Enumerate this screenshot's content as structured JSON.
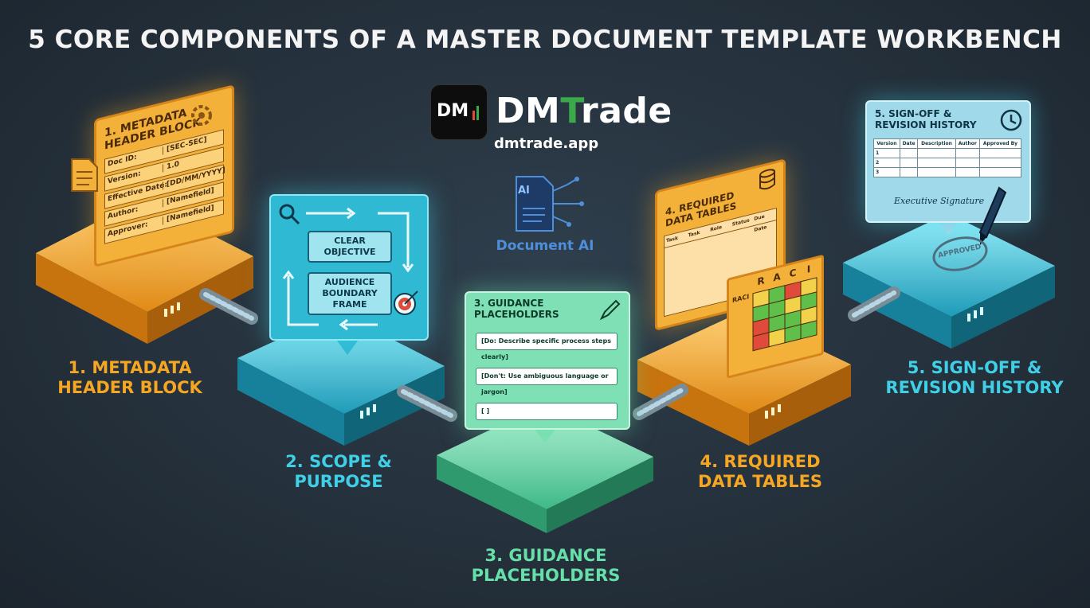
{
  "title": "5 CORE COMPONENTS OF A MASTER DOCUMENT TEMPLATE WORKBENCH",
  "brand": {
    "logo_text": "DM",
    "name_prefix": "DM",
    "name_accent": "T",
    "name_suffix": "rade",
    "url": "dmtrade.app",
    "accent_color": "#3aa84b"
  },
  "ai_badge": {
    "icon_text": "AI",
    "label": "Document AI"
  },
  "components": [
    {
      "label_line1": "1. METADATA",
      "label_line2": "HEADER BLOCK",
      "color": "#f5a623"
    },
    {
      "label_line1": "2. SCOPE &",
      "label_line2": "PURPOSE",
      "color": "#3fd0e8"
    },
    {
      "label_line1": "3. GUIDANCE",
      "label_line2": "PLACEHOLDERS",
      "color": "#66e0a8"
    },
    {
      "label_line1": "4. REQUIRED",
      "label_line2": "DATA TABLES",
      "color": "#f5a623"
    },
    {
      "label_line1": "5. SIGN-OFF &",
      "label_line2": "REVISION HISTORY",
      "color": "#3fd0e8"
    }
  ],
  "metadata_card": {
    "title_line1": "1. METADATA",
    "title_line2": "HEADER BLOCK",
    "rows": [
      {
        "key": "Doc ID:",
        "value": "[SEC-SEC]"
      },
      {
        "key": "Version:",
        "value": "1.0"
      },
      {
        "key": "Effective Date:",
        "value": "[DD/MM/YYYY]"
      },
      {
        "key": "Author:",
        "value": "[Namefield]"
      },
      {
        "key": "Approver:",
        "value": "[Namefield]"
      }
    ]
  },
  "scope_card": {
    "box1": "CLEAR OBJECTIVE",
    "box2_line1": "AUDIENCE",
    "box2_line2": "BOUNDARY",
    "box2_line3": "FRAME"
  },
  "guidance_card": {
    "title_line1": "3. GUIDANCE",
    "title_line2": "PLACEHOLDERS",
    "field1": "[Do: Describe specific process steps clearly]",
    "field2": "[Don't: Use ambiguous language or jargon]",
    "field3": "[ ]"
  },
  "tables_card": {
    "title_line1": "4. REQUIRED",
    "title_line2": "DATA TABLES",
    "columns": [
      "Task",
      "Task",
      "Role",
      "Status",
      "Due Date"
    ],
    "raci_letters": [
      "R",
      "A",
      "C",
      "I"
    ],
    "raci_label": "RACI"
  },
  "signoff_card": {
    "title_line1": "5. SIGN-OFF &",
    "title_line2": "REVISION HISTORY",
    "columns": [
      "Version",
      "Date",
      "Description",
      "Author",
      "Approved By"
    ],
    "rows": [
      "1",
      "2",
      "3"
    ],
    "signature": "Executive Signature",
    "stamp": "APPROVED"
  }
}
